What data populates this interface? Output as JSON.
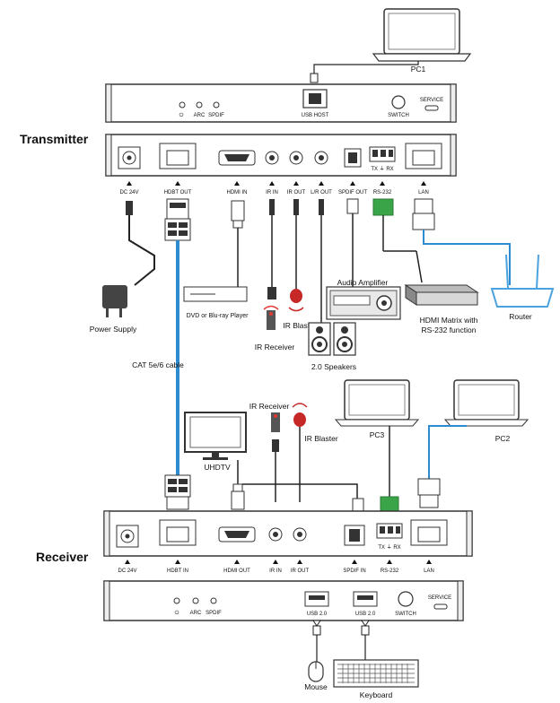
{
  "headings": {
    "transmitter": "Transmitter",
    "receiver": "Receiver"
  },
  "transmitter_front": {
    "usb_host": "USB HOST",
    "switch": "SWITCH",
    "service": "SERVICE",
    "arc": "ARC",
    "spdif": "SPDIF"
  },
  "transmitter_back": {
    "dc": "DC 24V",
    "hdbt": "HDBT OUT",
    "hdmi": "HDMI IN",
    "ir_in": "IR IN",
    "ir_out": "IR OUT",
    "lr_out": "L/R OUT",
    "spdif_out": "SPDIF OUT",
    "rs232": "RS-232",
    "lan": "LAN",
    "txrx": "TX ⏚ RX"
  },
  "receiver_back": {
    "dc": "DC 24V",
    "hdbt": "HDBT IN",
    "hdmi": "HDMI OUT",
    "ir_in": "IR IN",
    "ir_out": "IR OUT",
    "spdif_in": "SPDIF IN",
    "rs232": "RS-232",
    "lan": "LAN",
    "txrx": "TX ⏚ RX"
  },
  "receiver_front": {
    "usb1": "USB 2.0",
    "usb2": "USB 2.0",
    "switch": "SWITCH",
    "service": "SERVICE",
    "arc": "ARC",
    "spdif": "SPDIF"
  },
  "devices": {
    "pc1": "PC1",
    "pc2": "PC2",
    "pc3": "PC3",
    "power_supply": "Power Supply",
    "dvd": "DVD or Blu-ray Player",
    "ir_blaster_tx": "IR Blaster",
    "ir_receiver_tx": "IR Receiver",
    "audio_amplifier": "Audio Amplifier",
    "speakers": "2.0 Speakers",
    "hdmi_matrix": "HDMI Matrix with RS-232 function",
    "hdmi_matrix_line1": "HDMI Matrix with",
    "hdmi_matrix_line2": "RS-232 function",
    "router": "Router",
    "cat_cable": "CAT 5e/6 cable",
    "ir_receiver_rx": "IR Receiver",
    "ir_blaster_rx": "IR Blaster",
    "uhdtv": "UHDTV",
    "mouse": "Mouse",
    "keyboard": "Keyboard"
  },
  "colors": {
    "cat_cable": "#2e8bd0",
    "lan_cable": "#2e8bd0",
    "ir_red": "#c62828",
    "terminal_green": "#3aa548",
    "router_blue": "#4aa3df"
  }
}
